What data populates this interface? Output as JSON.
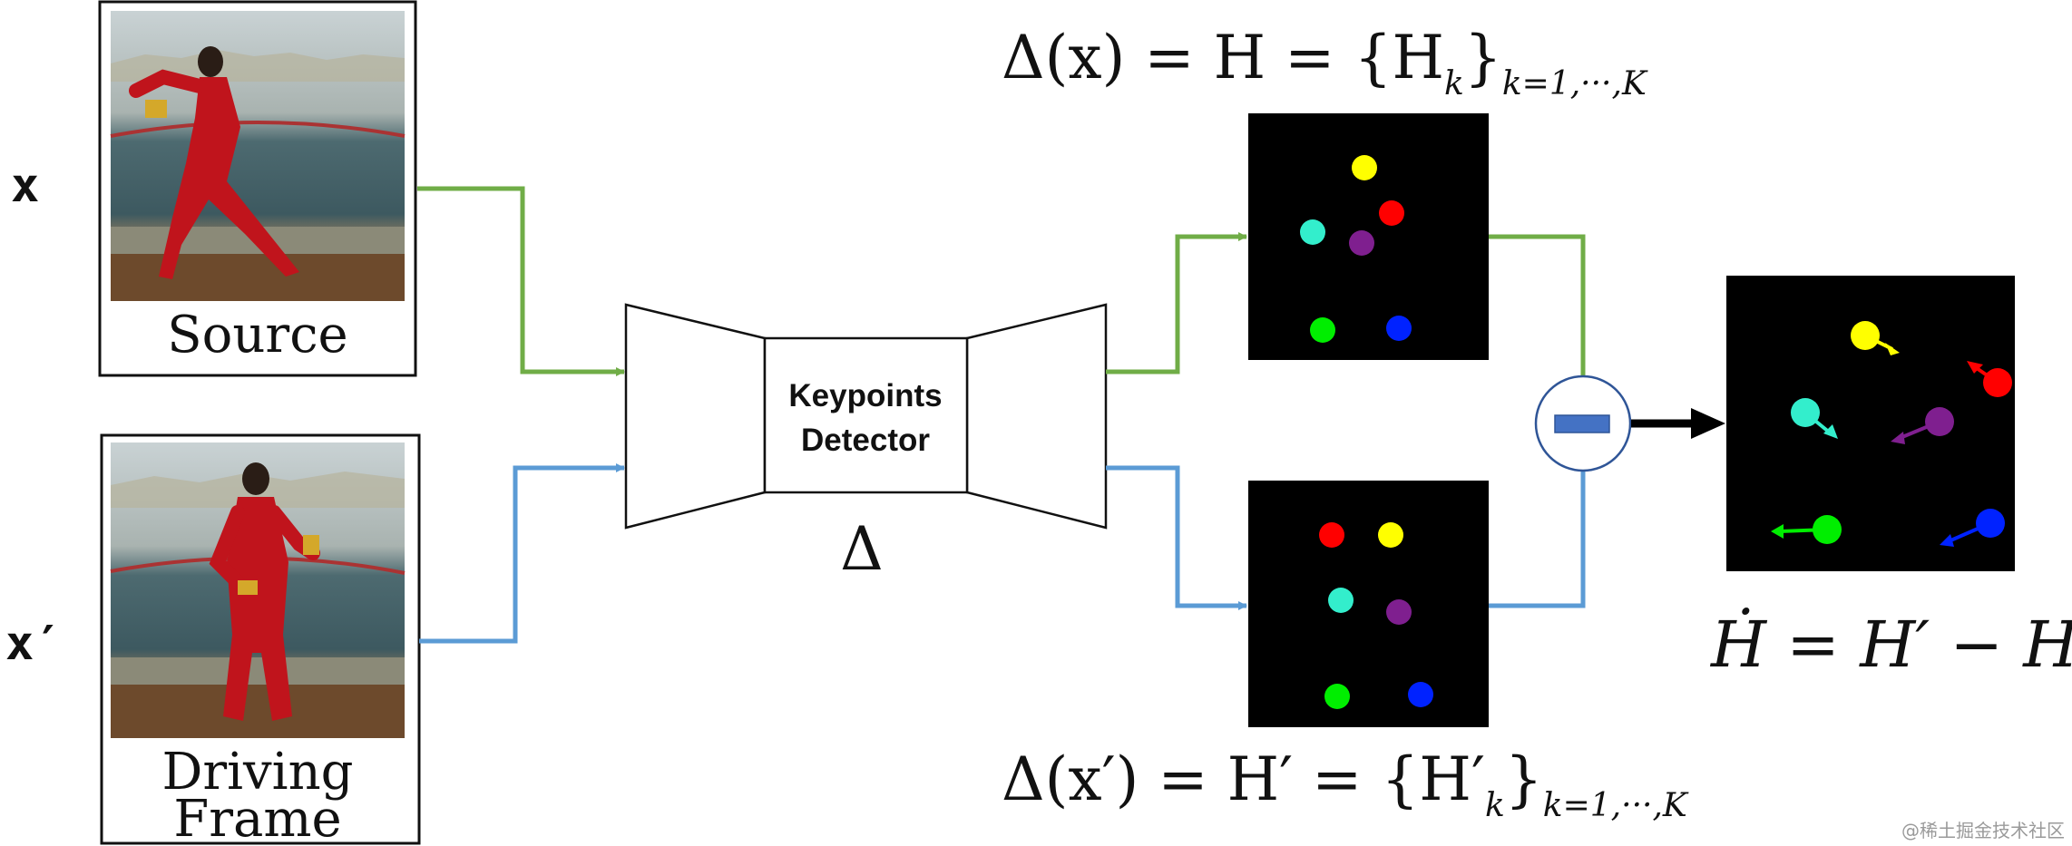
{
  "inputs": {
    "source": {
      "symbol": "x",
      "caption": "Source"
    },
    "driving": {
      "symbol": "x′",
      "caption_line1": "Driving",
      "caption_line2": "Frame"
    }
  },
  "detector": {
    "label_line1": "Keypoints",
    "label_line2": "Detector",
    "symbol": "Δ"
  },
  "equations": {
    "top": {
      "main": "Δ(x) = H = {H",
      "sub_k": "k",
      "sub_range": "k=1,···,K",
      "close": "}"
    },
    "bottom": {
      "main": "Δ(x′) = H′ = {H′",
      "sub_k": "k",
      "sub_range": "k=1,···,K",
      "close": "}"
    },
    "result": "Ḣ = H′ − H"
  },
  "operator": {
    "symbol": "minus"
  },
  "colors": {
    "source_path": "#70ad47",
    "driving_path": "#5b9bd5",
    "operator_border": "#2f5597",
    "operator_fill": "#4472c4",
    "kp_yellow": "#ffff00",
    "kp_red": "#ff0000",
    "kp_cyan": "#33eecc",
    "kp_purple": "#7f1f8f",
    "kp_green": "#00ee00",
    "kp_blue": "#0022ff"
  },
  "watermark": "@稀土掘金技术社区"
}
